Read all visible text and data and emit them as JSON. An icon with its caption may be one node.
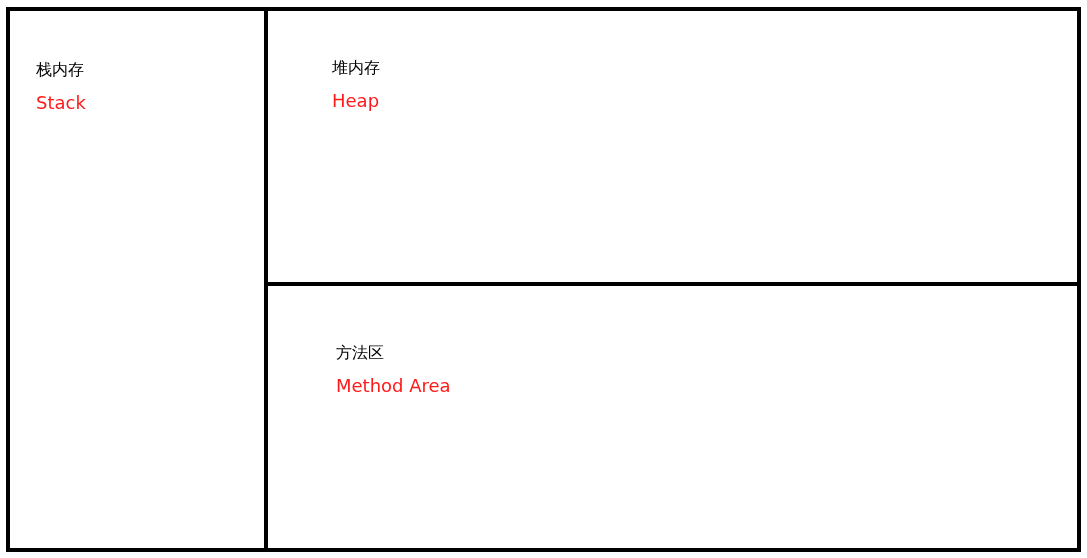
{
  "diagram": {
    "nodes": [
      {
        "text": [
          "栈内存",
          "Stack"
        ]
      },
      {
        "text": [
          "堆内存",
          "Heap"
        ]
      },
      {
        "text": [
          "方法区",
          "Method Area"
        ]
      }
    ]
  }
}
